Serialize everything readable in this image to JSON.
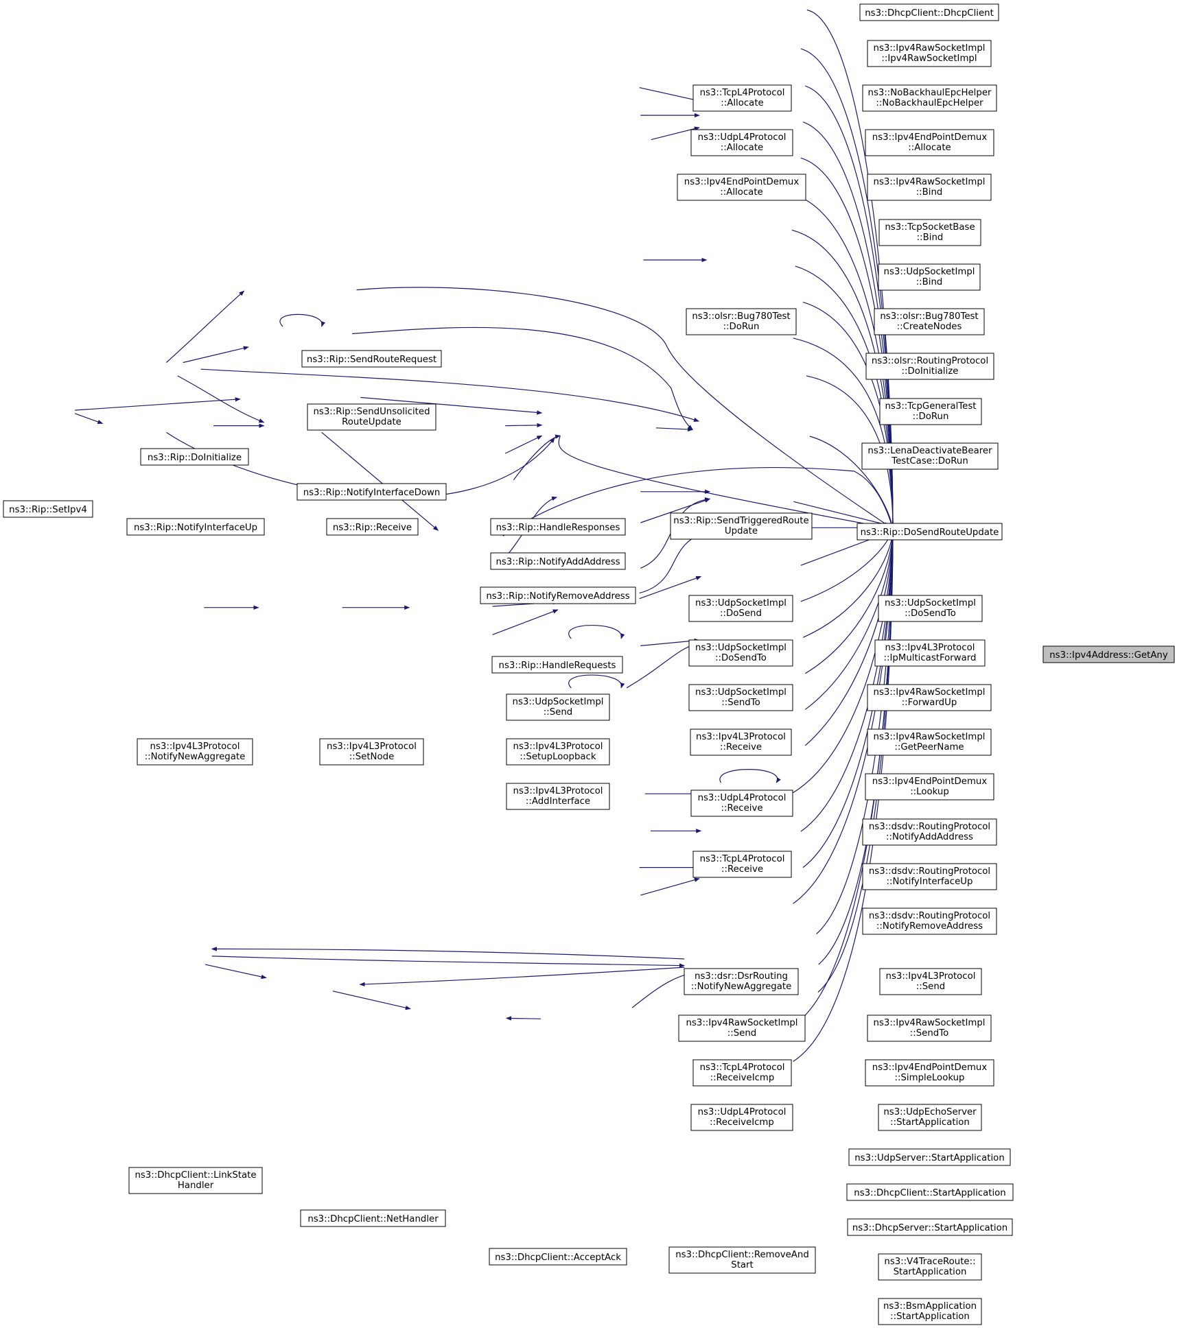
{
  "diagram": {
    "type": "caller-graph",
    "colors": {
      "edge": "#191970",
      "node_border": "#000000",
      "node_fill": "#ffffff",
      "focus_fill": "#bfbfbf"
    },
    "nodes": [
      {
        "id": "getany",
        "lines": [
          "ns3::Ipv4Address::GetAny"
        ],
        "focus": true
      },
      {
        "id": "dhcpclient_ctor",
        "lines": [
          "ns3::DhcpClient::DhcpClient"
        ]
      },
      {
        "id": "rawsock_ctor",
        "lines": [
          "ns3::Ipv4RawSocketImpl",
          "::Ipv4RawSocketImpl"
        ]
      },
      {
        "id": "nobackhaul",
        "lines": [
          "ns3::NoBackhaulEpcHelper",
          "::NoBackhaulEpcHelper"
        ]
      },
      {
        "id": "demux_alloc",
        "lines": [
          "ns3::Ipv4EndPointDemux",
          "::Allocate"
        ]
      },
      {
        "id": "tcpl4_alloc",
        "lines": [
          "ns3::TcpL4Protocol",
          "::Allocate"
        ]
      },
      {
        "id": "udpl4_alloc",
        "lines": [
          "ns3::UdpL4Protocol",
          "::Allocate"
        ]
      },
      {
        "id": "demux_alloc2",
        "lines": [
          "ns3::Ipv4EndPointDemux",
          "::Allocate"
        ]
      },
      {
        "id": "rawsock_bind",
        "lines": [
          "ns3::Ipv4RawSocketImpl",
          "::Bind"
        ]
      },
      {
        "id": "tcpsock_bind",
        "lines": [
          "ns3::TcpSocketBase",
          "::Bind"
        ]
      },
      {
        "id": "udpsock_bind",
        "lines": [
          "ns3::UdpSocketImpl",
          "::Bind"
        ]
      },
      {
        "id": "bug780_dorun",
        "lines": [
          "ns3::olsr::Bug780Test",
          "::DoRun"
        ]
      },
      {
        "id": "bug780_create",
        "lines": [
          "ns3::olsr::Bug780Test",
          "::CreateNodes"
        ]
      },
      {
        "id": "olsr_init",
        "lines": [
          "ns3::olsr::RoutingProtocol",
          "::DoInitialize"
        ]
      },
      {
        "id": "tcpgeneral",
        "lines": [
          "ns3::TcpGeneralTest",
          "::DoRun"
        ]
      },
      {
        "id": "lena",
        "lines": [
          "ns3::LenaDeactivateBearer",
          "TestCase::DoRun"
        ]
      },
      {
        "id": "rip_sendreq",
        "lines": [
          "ns3::Rip::SendRouteRequest"
        ]
      },
      {
        "id": "rip_unsol",
        "lines": [
          "ns3::Rip::SendUnsolicited",
          "RouteUpdate"
        ]
      },
      {
        "id": "rip_doinit",
        "lines": [
          "ns3::Rip::DoInitialize"
        ]
      },
      {
        "id": "rip_setipv4",
        "lines": [
          "ns3::Rip::SetIpv4"
        ]
      },
      {
        "id": "rip_ifdown",
        "lines": [
          "ns3::Rip::NotifyInterfaceDown"
        ]
      },
      {
        "id": "rip_ifup",
        "lines": [
          "ns3::Rip::NotifyInterfaceUp"
        ]
      },
      {
        "id": "rip_receive",
        "lines": [
          "ns3::Rip::Receive"
        ]
      },
      {
        "id": "rip_handleresp",
        "lines": [
          "ns3::Rip::HandleResponses"
        ]
      },
      {
        "id": "rip_addaddr",
        "lines": [
          "ns3::Rip::NotifyAddAddress"
        ]
      },
      {
        "id": "rip_remaddr",
        "lines": [
          "ns3::Rip::NotifyRemoveAddress"
        ]
      },
      {
        "id": "rip_triggered",
        "lines": [
          "ns3::Rip::SendTriggeredRoute",
          "Update"
        ]
      },
      {
        "id": "rip_dosend",
        "lines": [
          "ns3::Rip::DoSendRouteUpdate"
        ]
      },
      {
        "id": "rip_handlereq",
        "lines": [
          "ns3::Rip::HandleRequests"
        ]
      },
      {
        "id": "udpsock_dosend",
        "lines": [
          "ns3::UdpSocketImpl",
          "::DoSend"
        ]
      },
      {
        "id": "udpsock_dosendto_l",
        "lines": [
          "ns3::UdpSocketImpl",
          "::DoSendTo"
        ]
      },
      {
        "id": "udpsock_sendto",
        "lines": [
          "ns3::UdpSocketImpl",
          "::SendTo"
        ]
      },
      {
        "id": "udpsock_send",
        "lines": [
          "ns3::UdpSocketImpl",
          "::Send"
        ]
      },
      {
        "id": "udpsock_dosendto",
        "lines": [
          "ns3::UdpSocketImpl",
          "::DoSendTo"
        ]
      },
      {
        "id": "l3_ipmcast",
        "lines": [
          "ns3::Ipv4L3Protocol",
          "::IpMulticastForward"
        ]
      },
      {
        "id": "rawsock_fwdup",
        "lines": [
          "ns3::Ipv4RawSocketImpl",
          "::ForwardUp"
        ]
      },
      {
        "id": "l3_receive",
        "lines": [
          "ns3::Ipv4L3Protocol",
          "::Receive"
        ]
      },
      {
        "id": "rawsock_peer",
        "lines": [
          "ns3::Ipv4RawSocketImpl",
          "::GetPeerName"
        ]
      },
      {
        "id": "l3_notifynew",
        "lines": [
          "ns3::Ipv4L3Protocol",
          "::NotifyNewAggregate"
        ]
      },
      {
        "id": "l3_setnode",
        "lines": [
          "ns3::Ipv4L3Protocol",
          "::SetNode"
        ]
      },
      {
        "id": "l3_setuplb",
        "lines": [
          "ns3::Ipv4L3Protocol",
          "::SetupLoopback"
        ]
      },
      {
        "id": "l3_addif",
        "lines": [
          "ns3::Ipv4L3Protocol",
          "::AddInterface"
        ]
      },
      {
        "id": "udpl4_receive",
        "lines": [
          "ns3::UdpL4Protocol",
          "::Receive"
        ]
      },
      {
        "id": "tcpl4_receive",
        "lines": [
          "ns3::TcpL4Protocol",
          "::Receive"
        ]
      },
      {
        "id": "demux_lookup",
        "lines": [
          "ns3::Ipv4EndPointDemux",
          "::Lookup"
        ]
      },
      {
        "id": "dsdv_add",
        "lines": [
          "ns3::dsdv::RoutingProtocol",
          "::NotifyAddAddress"
        ]
      },
      {
        "id": "dsdv_ifup",
        "lines": [
          "ns3::dsdv::RoutingProtocol",
          "::NotifyInterfaceUp"
        ]
      },
      {
        "id": "dsdv_rem",
        "lines": [
          "ns3::dsdv::RoutingProtocol",
          "::NotifyRemoveAddress"
        ]
      },
      {
        "id": "dsr_notify",
        "lines": [
          "ns3::dsr::DsrRouting",
          "::NotifyNewAggregate"
        ]
      },
      {
        "id": "l3_send",
        "lines": [
          "ns3::Ipv4L3Protocol",
          "::Send"
        ]
      },
      {
        "id": "rawsock_send",
        "lines": [
          "ns3::Ipv4RawSocketImpl",
          "::Send"
        ]
      },
      {
        "id": "rawsock_sendto",
        "lines": [
          "ns3::Ipv4RawSocketImpl",
          "::SendTo"
        ]
      },
      {
        "id": "tcpl4_icmp",
        "lines": [
          "ns3::TcpL4Protocol",
          "::ReceiveIcmp"
        ]
      },
      {
        "id": "udpl4_icmp",
        "lines": [
          "ns3::UdpL4Protocol",
          "::ReceiveIcmp"
        ]
      },
      {
        "id": "demux_simple",
        "lines": [
          "ns3::Ipv4EndPointDemux",
          "::SimpleLookup"
        ]
      },
      {
        "id": "udpecho",
        "lines": [
          "ns3::UdpEchoServer",
          "::StartApplication"
        ]
      },
      {
        "id": "udpserver",
        "lines": [
          "ns3::UdpServer::StartApplication"
        ]
      },
      {
        "id": "dhcp_linkstate",
        "lines": [
          "ns3::DhcpClient::LinkState",
          "Handler"
        ]
      },
      {
        "id": "dhcp_start",
        "lines": [
          "ns3::DhcpClient::StartApplication"
        ]
      },
      {
        "id": "dhcp_net",
        "lines": [
          "ns3::DhcpClient::NetHandler"
        ]
      },
      {
        "id": "dhcpserver",
        "lines": [
          "ns3::DhcpServer::StartApplication"
        ]
      },
      {
        "id": "dhcp_ack",
        "lines": [
          "ns3::DhcpClient::AcceptAck"
        ]
      },
      {
        "id": "dhcp_remove",
        "lines": [
          "ns3::DhcpClient::RemoveAnd",
          "Start"
        ]
      },
      {
        "id": "v4trace",
        "lines": [
          "ns3::V4TraceRoute::",
          "StartApplication"
        ]
      },
      {
        "id": "bsm",
        "lines": [
          "ns3::BsmApplication",
          "::StartApplication"
        ]
      }
    ]
  }
}
